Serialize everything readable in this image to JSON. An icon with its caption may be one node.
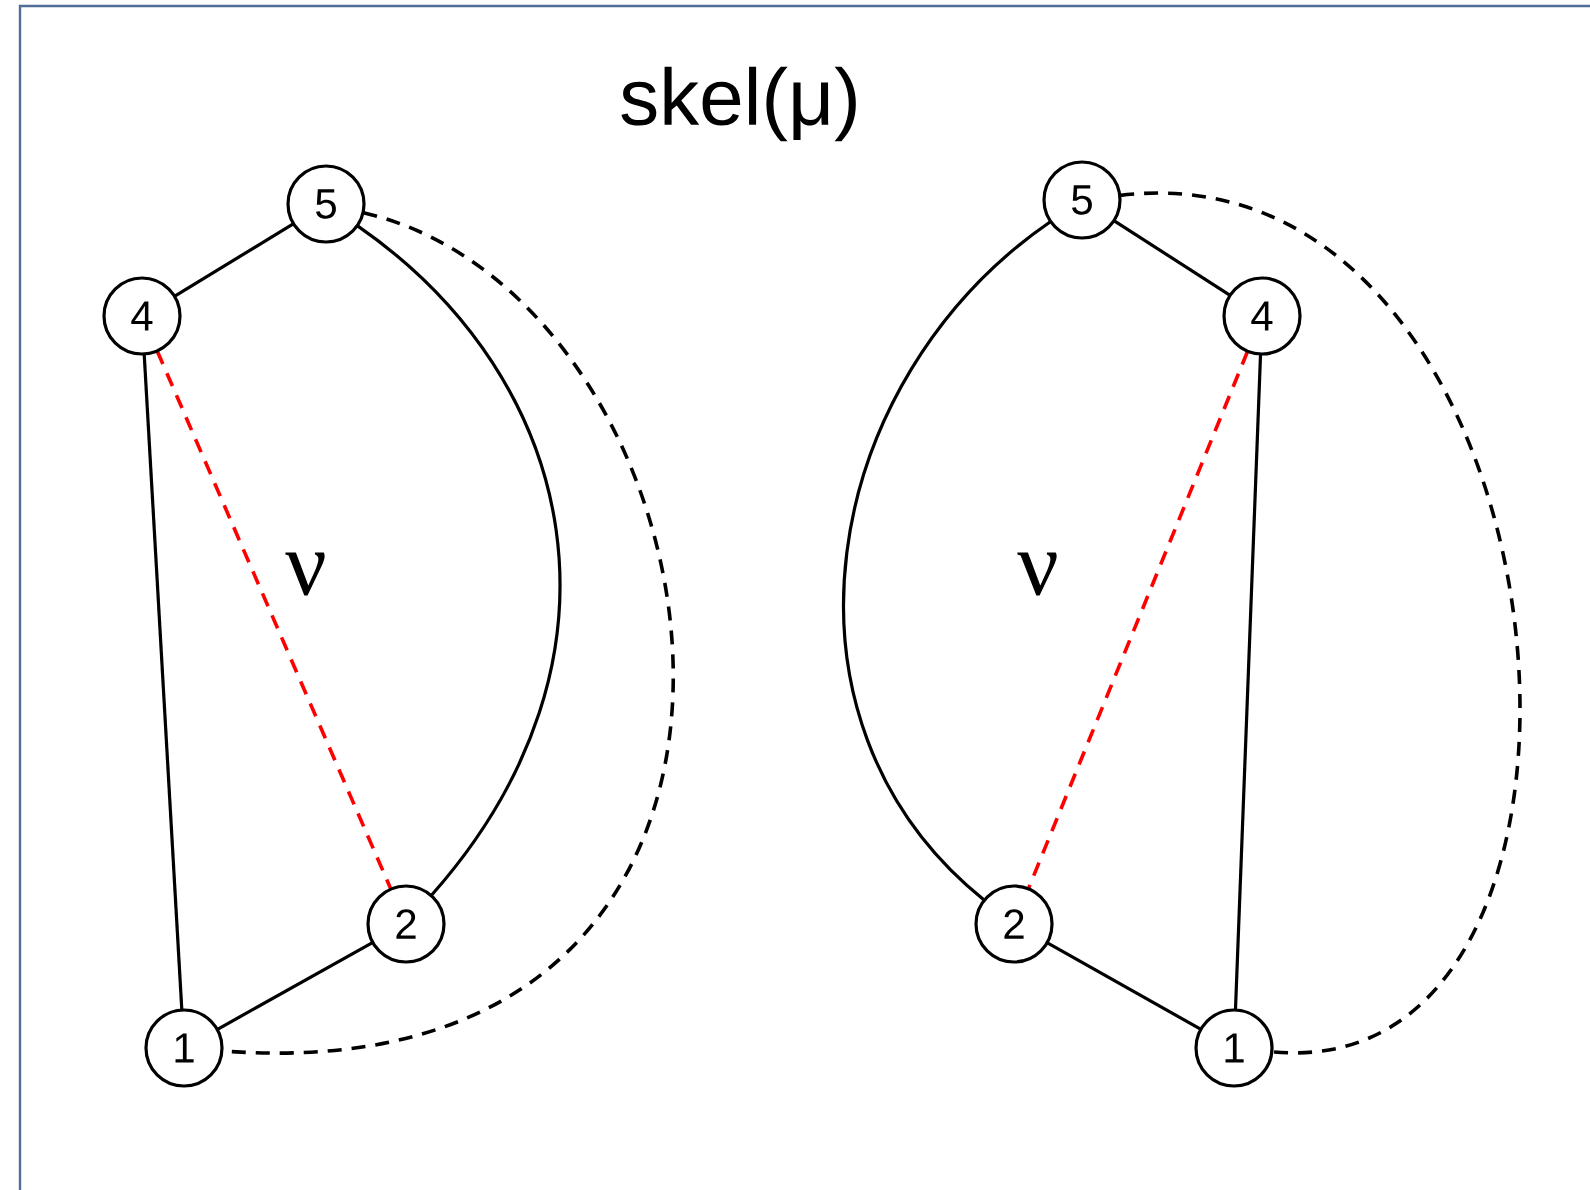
{
  "diagram": {
    "title": "skel(μ)",
    "nodes": [
      {
        "text": [
          "5"
        ]
      },
      {
        "text": [
          "4"
        ]
      },
      {
        "text": [
          "2"
        ]
      },
      {
        "text": [
          "1"
        ]
      },
      {
        "text": [
          "5"
        ]
      },
      {
        "text": [
          "4"
        ]
      },
      {
        "text": [
          "2"
        ]
      },
      {
        "text": [
          "1"
        ]
      }
    ],
    "edges": [
      {
        "from": 1,
        "to": 0,
        "arrow": "none"
      },
      {
        "from": 0,
        "to": 2,
        "arrow": "none"
      },
      {
        "from": 0,
        "to": 3,
        "arrow": "none",
        "style": "dashed"
      },
      {
        "from": 1,
        "to": 3,
        "arrow": "none"
      },
      {
        "from": 1,
        "to": 2,
        "arrow": "none",
        "style": "dashed",
        "color": "#ff0000"
      },
      {
        "from": 3,
        "to": 2,
        "arrow": "none"
      },
      {
        "from": 4,
        "to": 5,
        "arrow": "none"
      },
      {
        "from": 4,
        "to": 6,
        "arrow": "none"
      },
      {
        "from": 4,
        "to": 7,
        "arrow": "none",
        "style": "dashed"
      },
      {
        "from": 5,
        "to": 6,
        "arrow": "none",
        "style": "dashed",
        "color": "#ff0000"
      },
      {
        "from": 5,
        "to": 7,
        "arrow": "none"
      },
      {
        "from": 6,
        "to": 7,
        "arrow": "none"
      }
    ],
    "labels": [
      "ν",
      "ν"
    ]
  }
}
